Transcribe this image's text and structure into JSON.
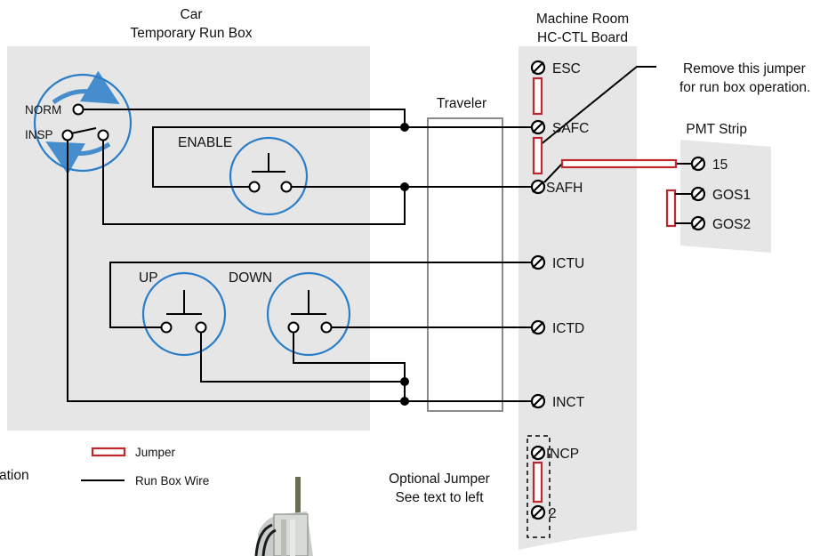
{
  "car_box": {
    "title_line1": "Car",
    "title_line2": "Temporary Run Box"
  },
  "selector": {
    "norm": "NORM",
    "insp": "INSP"
  },
  "buttons": {
    "enable": "ENABLE",
    "up": "UP",
    "down": "DOWN"
  },
  "traveler": {
    "label": "Traveler"
  },
  "machine_room": {
    "title_line1": "Machine Room",
    "title_line2": "HC-CTL Board",
    "terminals": [
      "ESC",
      "SAFC",
      "SAFH",
      "ICTU",
      "ICTD",
      "INCT",
      "INCP",
      "2"
    ]
  },
  "jumper_note": {
    "line1": "Remove this jumper",
    "line2": "for run box operation."
  },
  "pmt_strip": {
    "title": "PMT Strip",
    "terminals": [
      "15",
      "GOS1",
      "GOS2"
    ]
  },
  "legend": {
    "jumper": "Jumper",
    "wire": "Run Box Wire"
  },
  "optional_jumper": {
    "line1": "Optional Jumper",
    "line2": "See text to left"
  },
  "cut_text": "ation",
  "colors": {
    "panel": "#e6e6e6",
    "jumper": "#c0282d",
    "switch": "#2a7ec8",
    "traveler": "#8a8a8a"
  }
}
